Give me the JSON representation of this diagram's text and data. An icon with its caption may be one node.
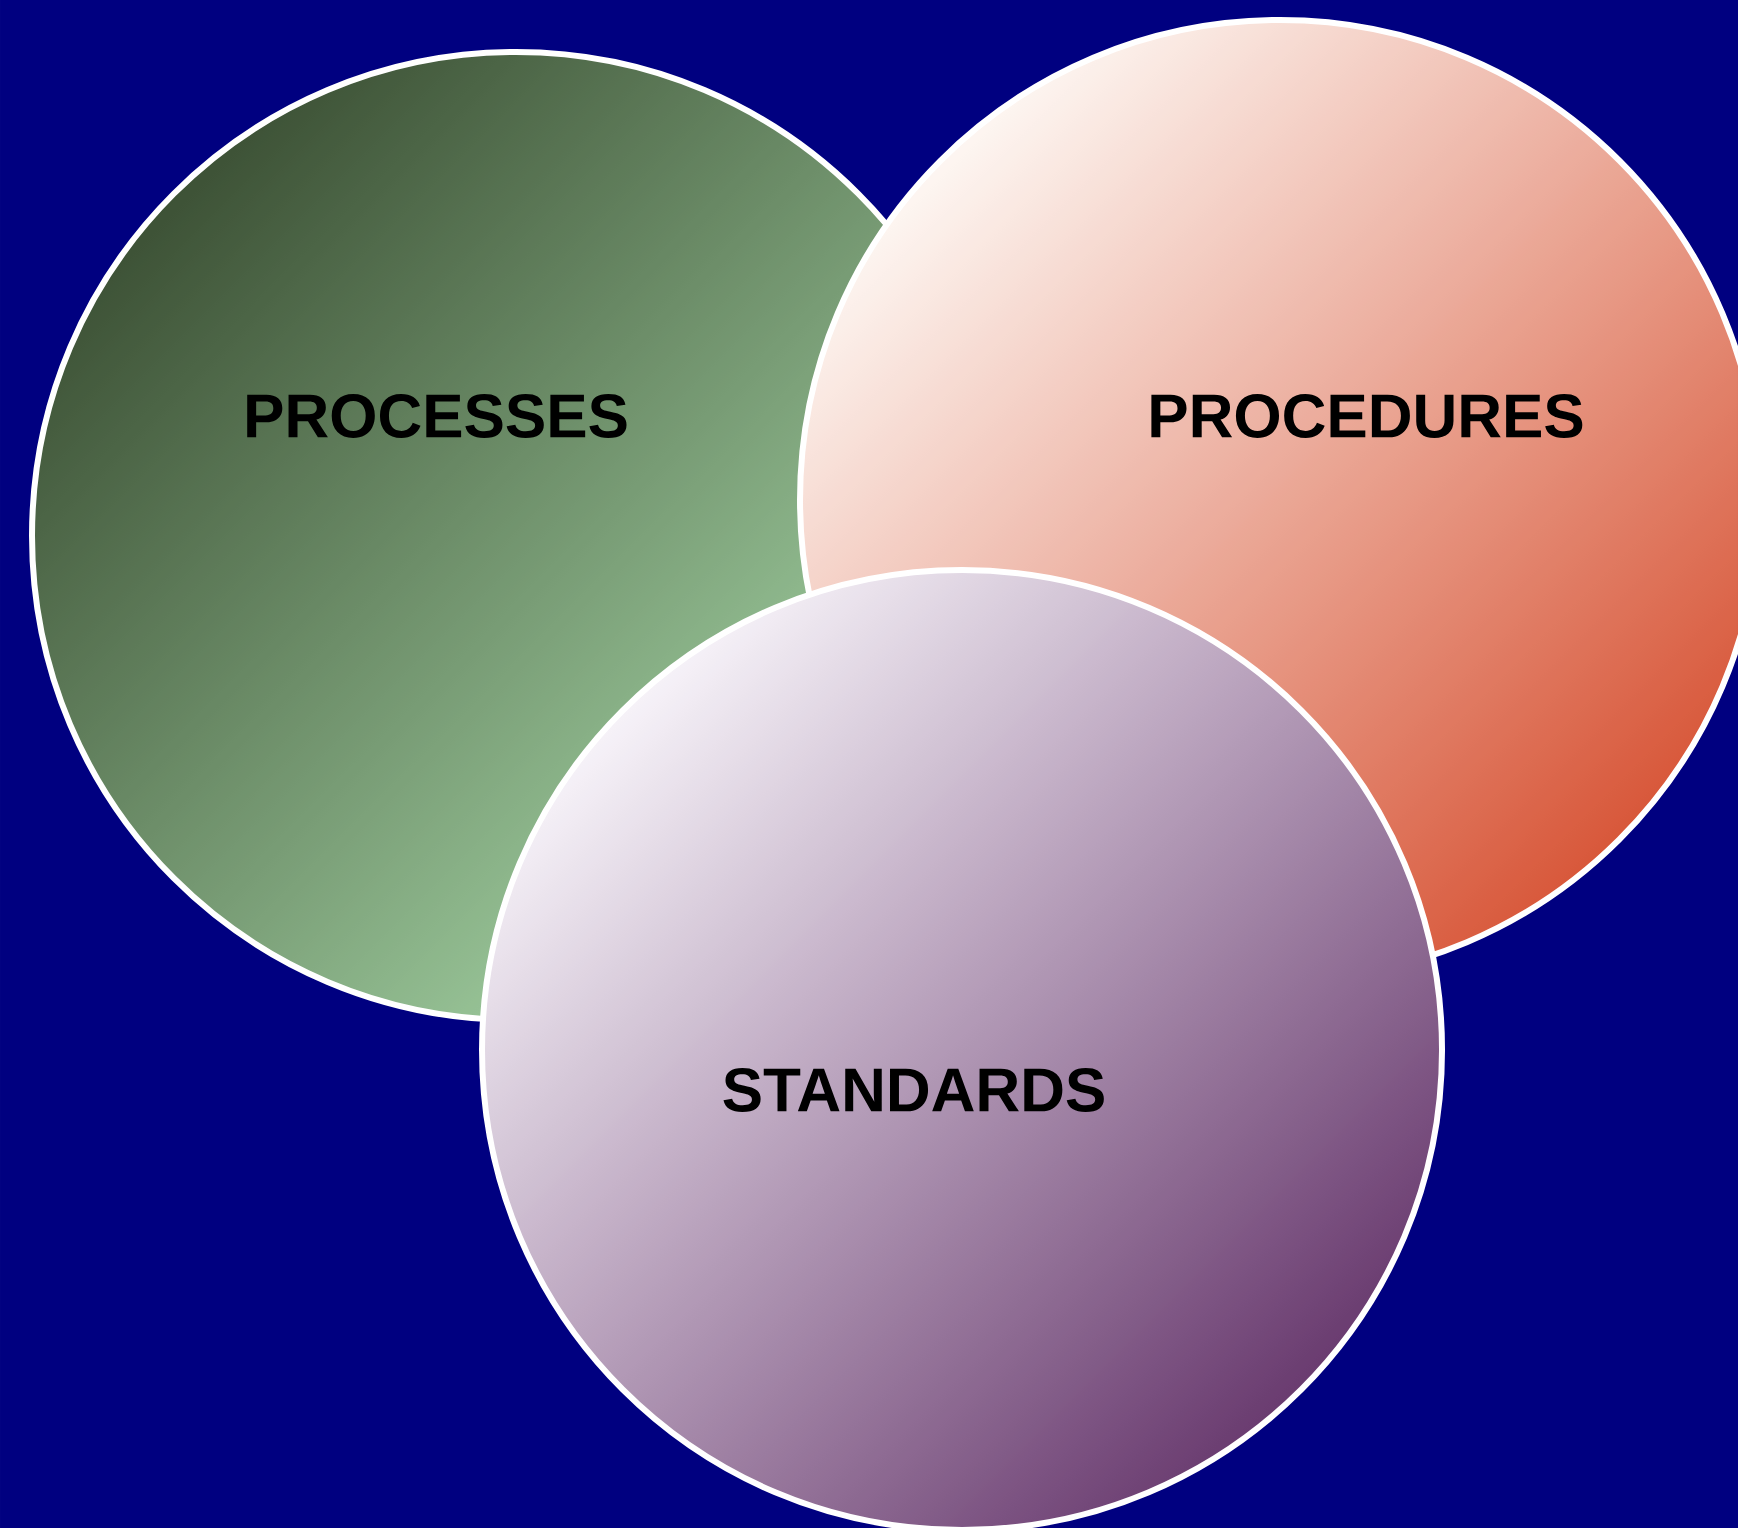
{
  "diagram": {
    "nodes": [
      {
        "text": [
          "PROCESSES"
        ]
      },
      {
        "text": [
          "PROCEDURES"
        ]
      },
      {
        "text": [
          "STANDARDS"
        ]
      }
    ]
  }
}
